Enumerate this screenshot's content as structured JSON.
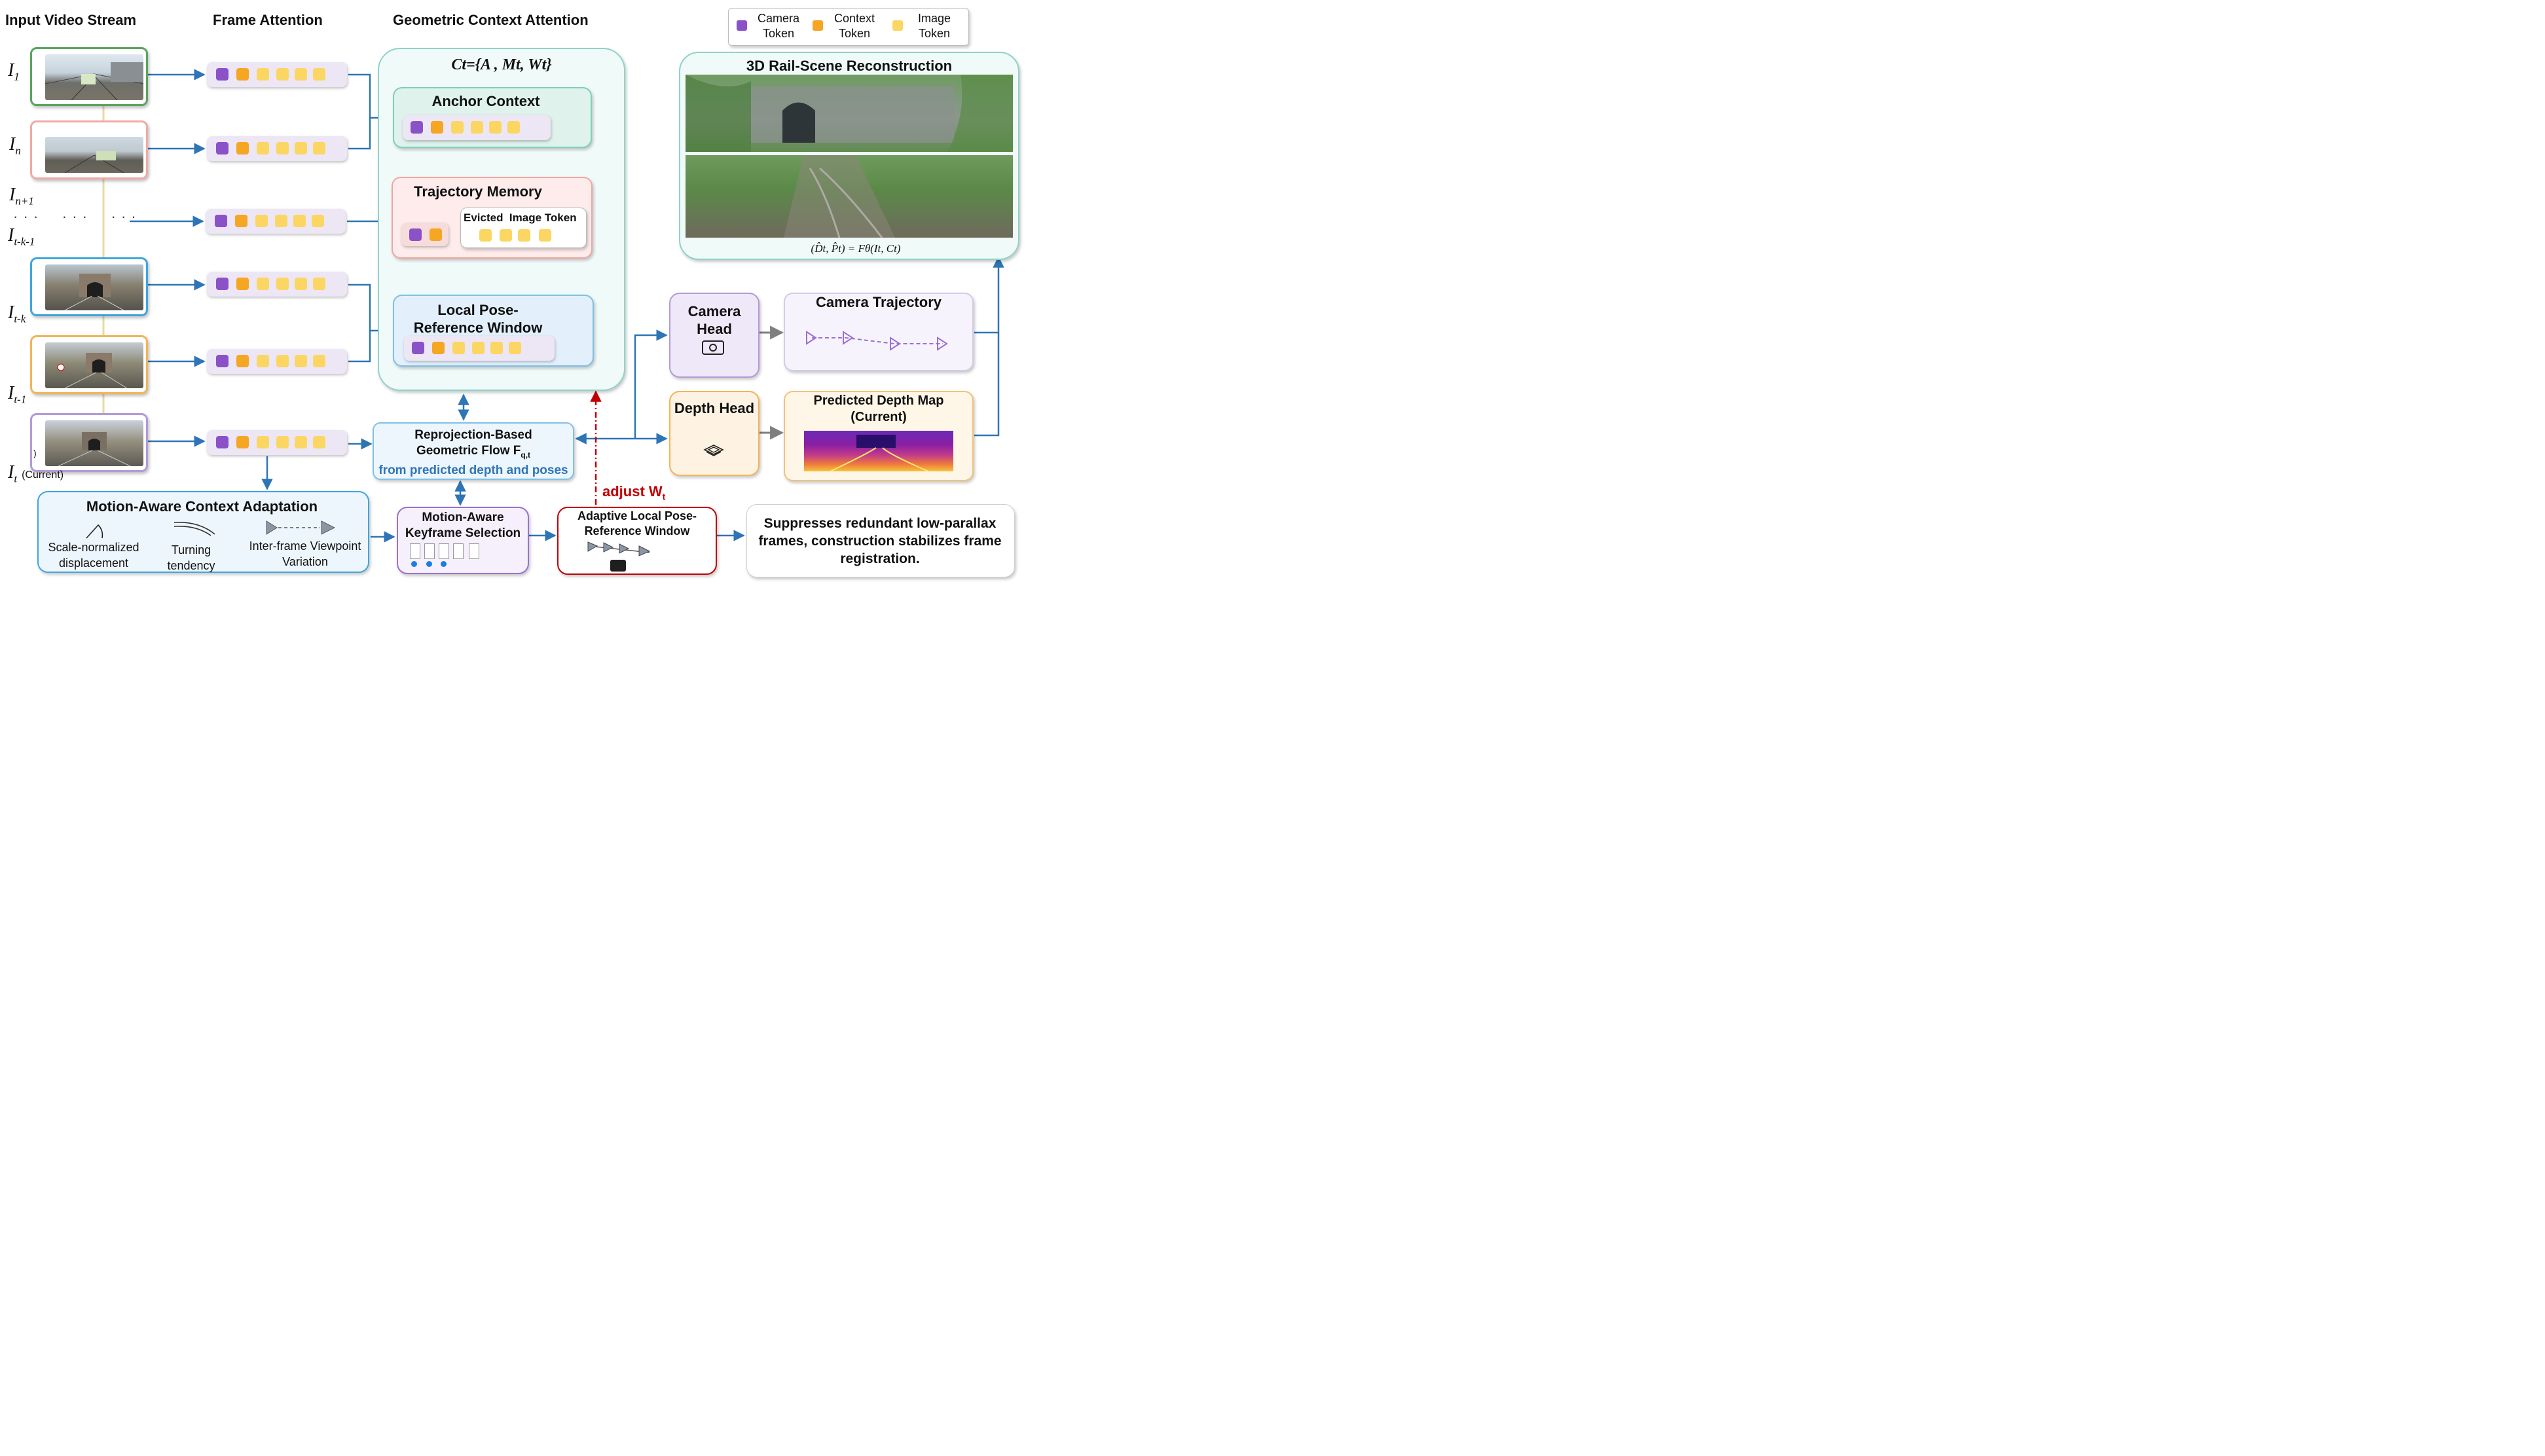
{
  "headers": {
    "input": "Input Video Stream",
    "frame_attention": "Frame Attention",
    "gca": "Geometric Context Attention"
  },
  "legend": {
    "camera": "Camera Token",
    "context": "Context Token",
    "image": "Image Token"
  },
  "frames": {
    "i1": "I",
    "i1_sub": "1",
    "in": "I",
    "in_sub": "n",
    "in1": "I",
    "in1_sub": "n+1",
    "itk1": "I",
    "itk1_sub": "t-k-1",
    "itk": "I",
    "itk_sub": "t-k",
    "it1": "I",
    "it1_sub": "t-1",
    "it": "I",
    "it_sub": "t",
    "it_suffix": "(Current)",
    "dots": "· · ·     · · ·     · · ·",
    "paren": ")"
  },
  "gca": {
    "formula": "Ct={A , Mt, Wt}",
    "anchor": "Anchor Context",
    "trajectory": "Trajectory Memory",
    "evicted": "Evicted  Image Token",
    "local_pose": "Local Pose-Reference Window"
  },
  "recon": {
    "title": "3D Rail-Scene Reconstruction",
    "formula": "(D̂t, P̂t) = Fθ(It, Ct)"
  },
  "heads": {
    "camera_head": "Camera Head",
    "depth_head": "Depth Head",
    "camera_traj": "Camera Trajectory",
    "pred_depth": "Predicted Depth Map (Current)"
  },
  "flow": {
    "line1": "Reprojection-Based",
    "line2": "Geometric Flow F",
    "sub": "q,t",
    "line3": "from predicted depth and poses"
  },
  "adjust": {
    "label": "adjust W",
    "sub": "t"
  },
  "motion": {
    "title": "Motion-Aware Context Adaptation",
    "scale": "Scale-normalized displacement",
    "turning": "Turning tendency",
    "interframe": "Inter-frame Viewpoint Variation"
  },
  "keyframe": {
    "title": "Motion-Aware Keyframe Selection"
  },
  "adaptive": {
    "title": "Adaptive Local Pose-Reference Window"
  },
  "note": {
    "text": "Suppresses redundant low-parallax frames, construction stabilizes frame registration."
  },
  "colors": {
    "arrow": "#2e75b6",
    "camera_token": "#8b52c7",
    "context_token": "#f5a623",
    "image_token": "#fcd663",
    "adjust_red": "#c00000"
  }
}
